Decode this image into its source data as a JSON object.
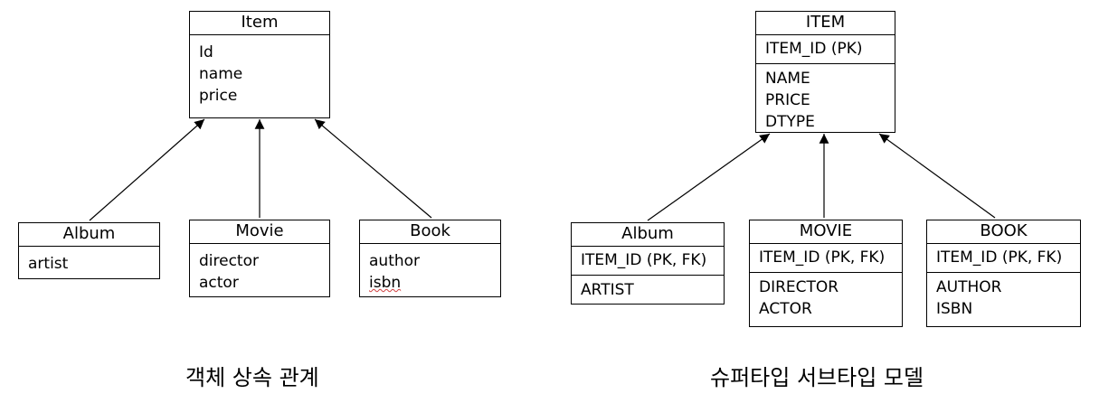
{
  "left": {
    "caption": "객체 상속 관계",
    "item": {
      "title": "Item",
      "fields": [
        "Id",
        "name",
        "price"
      ]
    },
    "album": {
      "title": "Album",
      "fields": [
        "artist"
      ]
    },
    "movie": {
      "title": "Movie",
      "fields": [
        "director",
        "actor"
      ]
    },
    "book": {
      "title": "Book",
      "fields": [
        "author",
        "isbn"
      ]
    }
  },
  "right": {
    "caption": "슈퍼타입 서브타입 모델",
    "item": {
      "title": "ITEM",
      "pk": "ITEM_ID (PK)",
      "fields": [
        "NAME",
        "PRICE",
        "DTYPE"
      ]
    },
    "album": {
      "title": "Album",
      "pk": "ITEM_ID (PK, FK)",
      "fields": [
        "ARTIST"
      ]
    },
    "movie": {
      "title": "MOVIE",
      "pk": "ITEM_ID (PK, FK)",
      "fields": [
        "DIRECTOR",
        "ACTOR"
      ]
    },
    "book": {
      "title": "BOOK",
      "pk": "ITEM_ID (PK, FK)",
      "fields": [
        "AUTHOR",
        "ISBN"
      ]
    }
  }
}
